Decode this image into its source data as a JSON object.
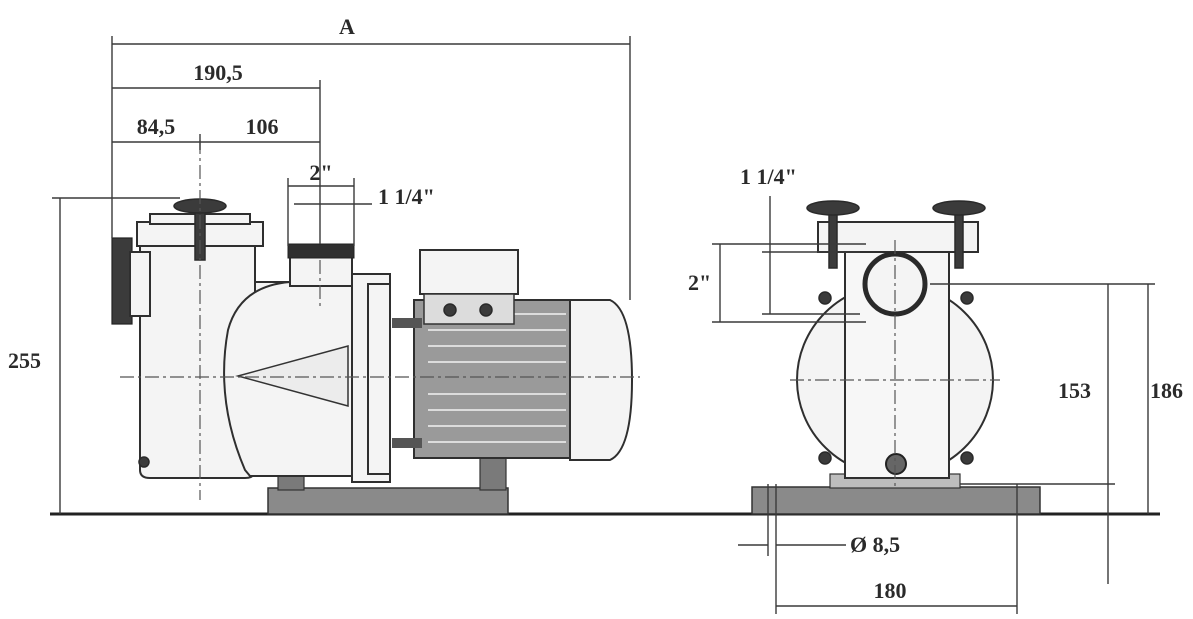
{
  "dimensions": {
    "overall_length": "A",
    "suction_to_discharge": "190,5",
    "suction_offset": "84,5",
    "discharge_offset": "106",
    "discharge_size_side": "2\"",
    "thread_size_side": "1 1/4\"",
    "total_height": "255",
    "thread_size_front": "1 1/4\"",
    "discharge_size_front": "2\"",
    "axis_height_153": "153",
    "axis_height_186": "186",
    "hole_diameter": "Ø 8,5",
    "base_width": "180"
  }
}
